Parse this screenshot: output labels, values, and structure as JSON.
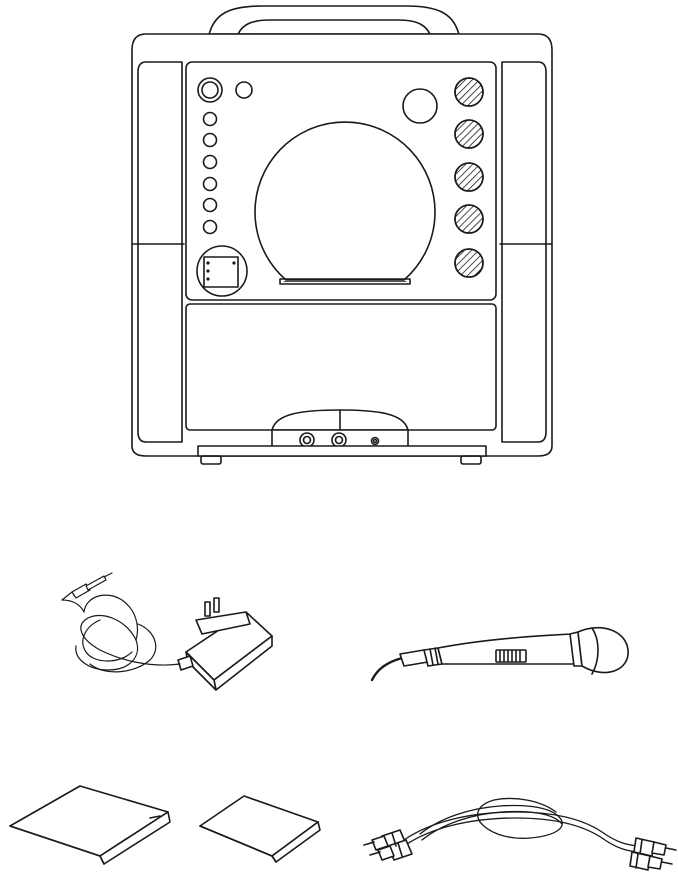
{
  "figure": {
    "caption": "",
    "items": [
      {
        "key": "karaoke_machine",
        "label": ""
      },
      {
        "key": "ac_adapter",
        "label": ""
      },
      {
        "key": "microphone",
        "label": ""
      },
      {
        "key": "instruction_manual",
        "label": ""
      },
      {
        "key": "warranty_card",
        "label": ""
      },
      {
        "key": "av_cable",
        "label": ""
      }
    ]
  },
  "colors": {
    "stroke": "#1a1a1a",
    "background": "#ffffff"
  }
}
